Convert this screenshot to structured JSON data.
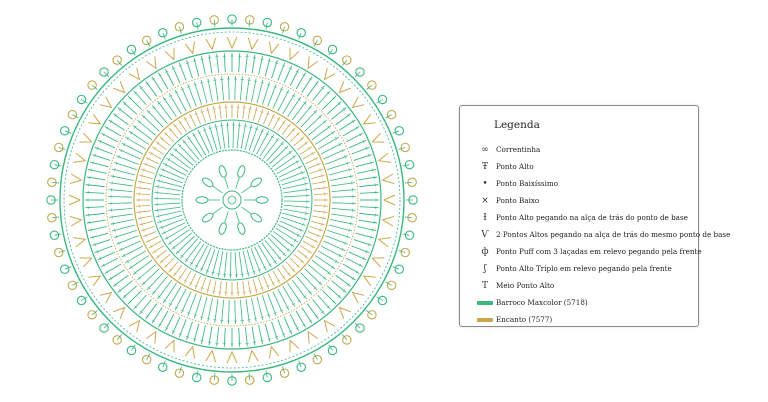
{
  "colors": {
    "green": "#3bb77e",
    "gold": "#c8a84b",
    "ink": "#333333"
  },
  "legend": {
    "title": "Legenda",
    "items": [
      {
        "icon": "chain-stitch-icon",
        "glyph": "∞",
        "label": "Correntinha"
      },
      {
        "icon": "double-crochet-icon",
        "glyph": "Ŧ",
        "label": "Ponto Alto"
      },
      {
        "icon": "slip-stitch-icon",
        "glyph": "•",
        "label": "Ponto Baixíssimo"
      },
      {
        "icon": "single-crochet-icon",
        "glyph": "×",
        "label": "Ponto Baixo"
      },
      {
        "icon": "back-loop-double-crochet-icon",
        "glyph": "Ɨ",
        "label": "Ponto Alto pegando na alça de trás do ponto de base"
      },
      {
        "icon": "two-double-crochet-same-stitch-icon",
        "glyph": "Ѵ",
        "label": "2 Pontos Altos pegando na alça de trás do mesmo ponto de base"
      },
      {
        "icon": "puff-stitch-icon",
        "glyph": "ф",
        "label": "Ponto Puff com 3 laçadas em relevo pegando pela frente"
      },
      {
        "icon": "front-post-treble-icon",
        "glyph": "ʃ",
        "label": "Ponto Alto Triplo em relevo pegando pela frente"
      },
      {
        "icon": "half-double-crochet-icon",
        "glyph": "T",
        "label": "Meio Ponto Alto"
      },
      {
        "icon": "green-yarn-swatch-icon",
        "swatch": "green",
        "label": "Barroco Maxcolor (5718)"
      },
      {
        "icon": "gold-yarn-swatch-icon",
        "swatch": "gold",
        "label": "Encanto (7577)"
      }
    ]
  }
}
